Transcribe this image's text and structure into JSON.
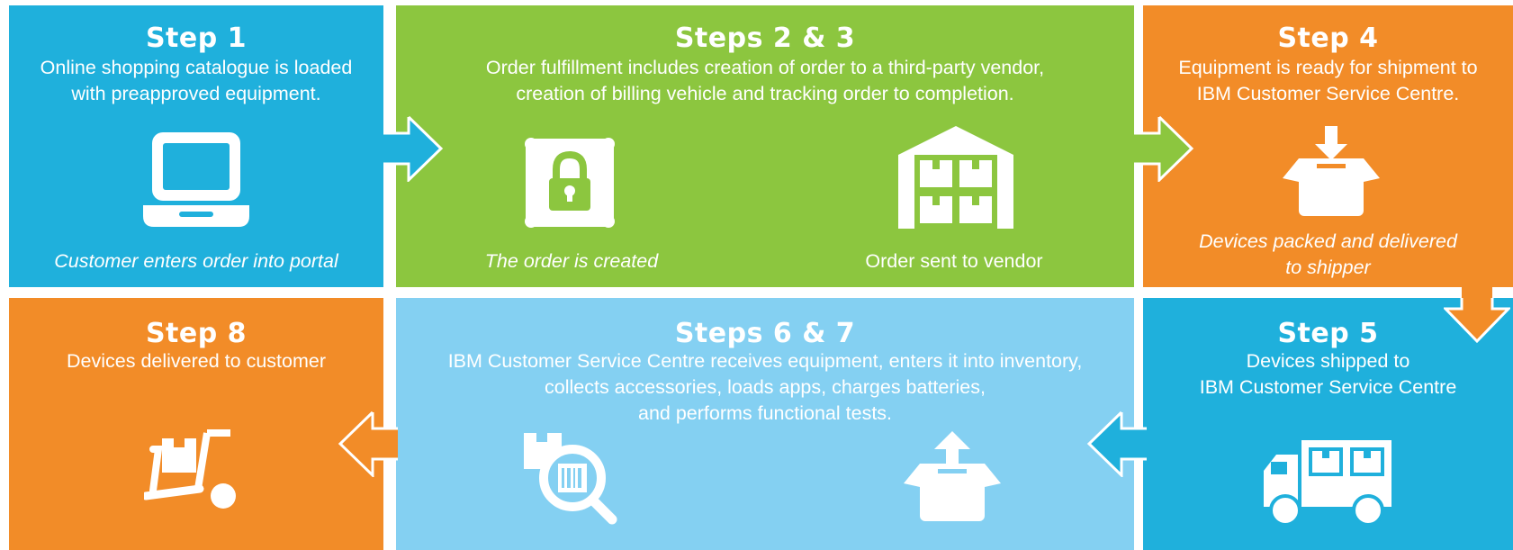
{
  "colors": {
    "blue": "#1fb0dc",
    "green": "#8cc63f",
    "orange": "#f28c28",
    "light_blue": "#84d0f2"
  },
  "step1": {
    "title": "Step 1",
    "desc": [
      "Online shopping catalogue is loaded",
      "with preapproved equipment."
    ],
    "icon": "laptop-icon",
    "caption": "Customer enters order into portal"
  },
  "steps23": {
    "title": "Steps 2 & 3",
    "desc": [
      "Order fulfillment includes creation of order to a third-party vendor,",
      "creation of billing vehicle and tracking order to completion."
    ],
    "left_icon": "lock-icon",
    "left_caption": "The order is created",
    "right_icon": "warehouse-icon",
    "right_caption": "Order sent to vendor"
  },
  "step4": {
    "title": "Step 4",
    "desc": [
      "Equipment is ready for shipment to",
      "IBM Customer Service Centre."
    ],
    "icon": "box-in-icon",
    "caption": [
      "Devices packed and delivered",
      "to shipper"
    ]
  },
  "step5": {
    "title": "Step 5",
    "desc": [
      "Devices shipped to",
      "IBM Customer Service Centre"
    ],
    "icon": "truck-icon"
  },
  "steps67": {
    "title": "Steps 6 & 7",
    "desc": [
      "IBM Customer Service Centre receives equipment, enters it into inventory,",
      "collects accessories, loads apps, charges batteries,",
      "and performs functional tests."
    ],
    "left_icon": "barcode-scan-icon",
    "right_icon": "box-out-icon"
  },
  "step8": {
    "title": "Step 8",
    "desc": [
      "Devices delivered to customer"
    ],
    "icon": "hand-truck-icon"
  }
}
